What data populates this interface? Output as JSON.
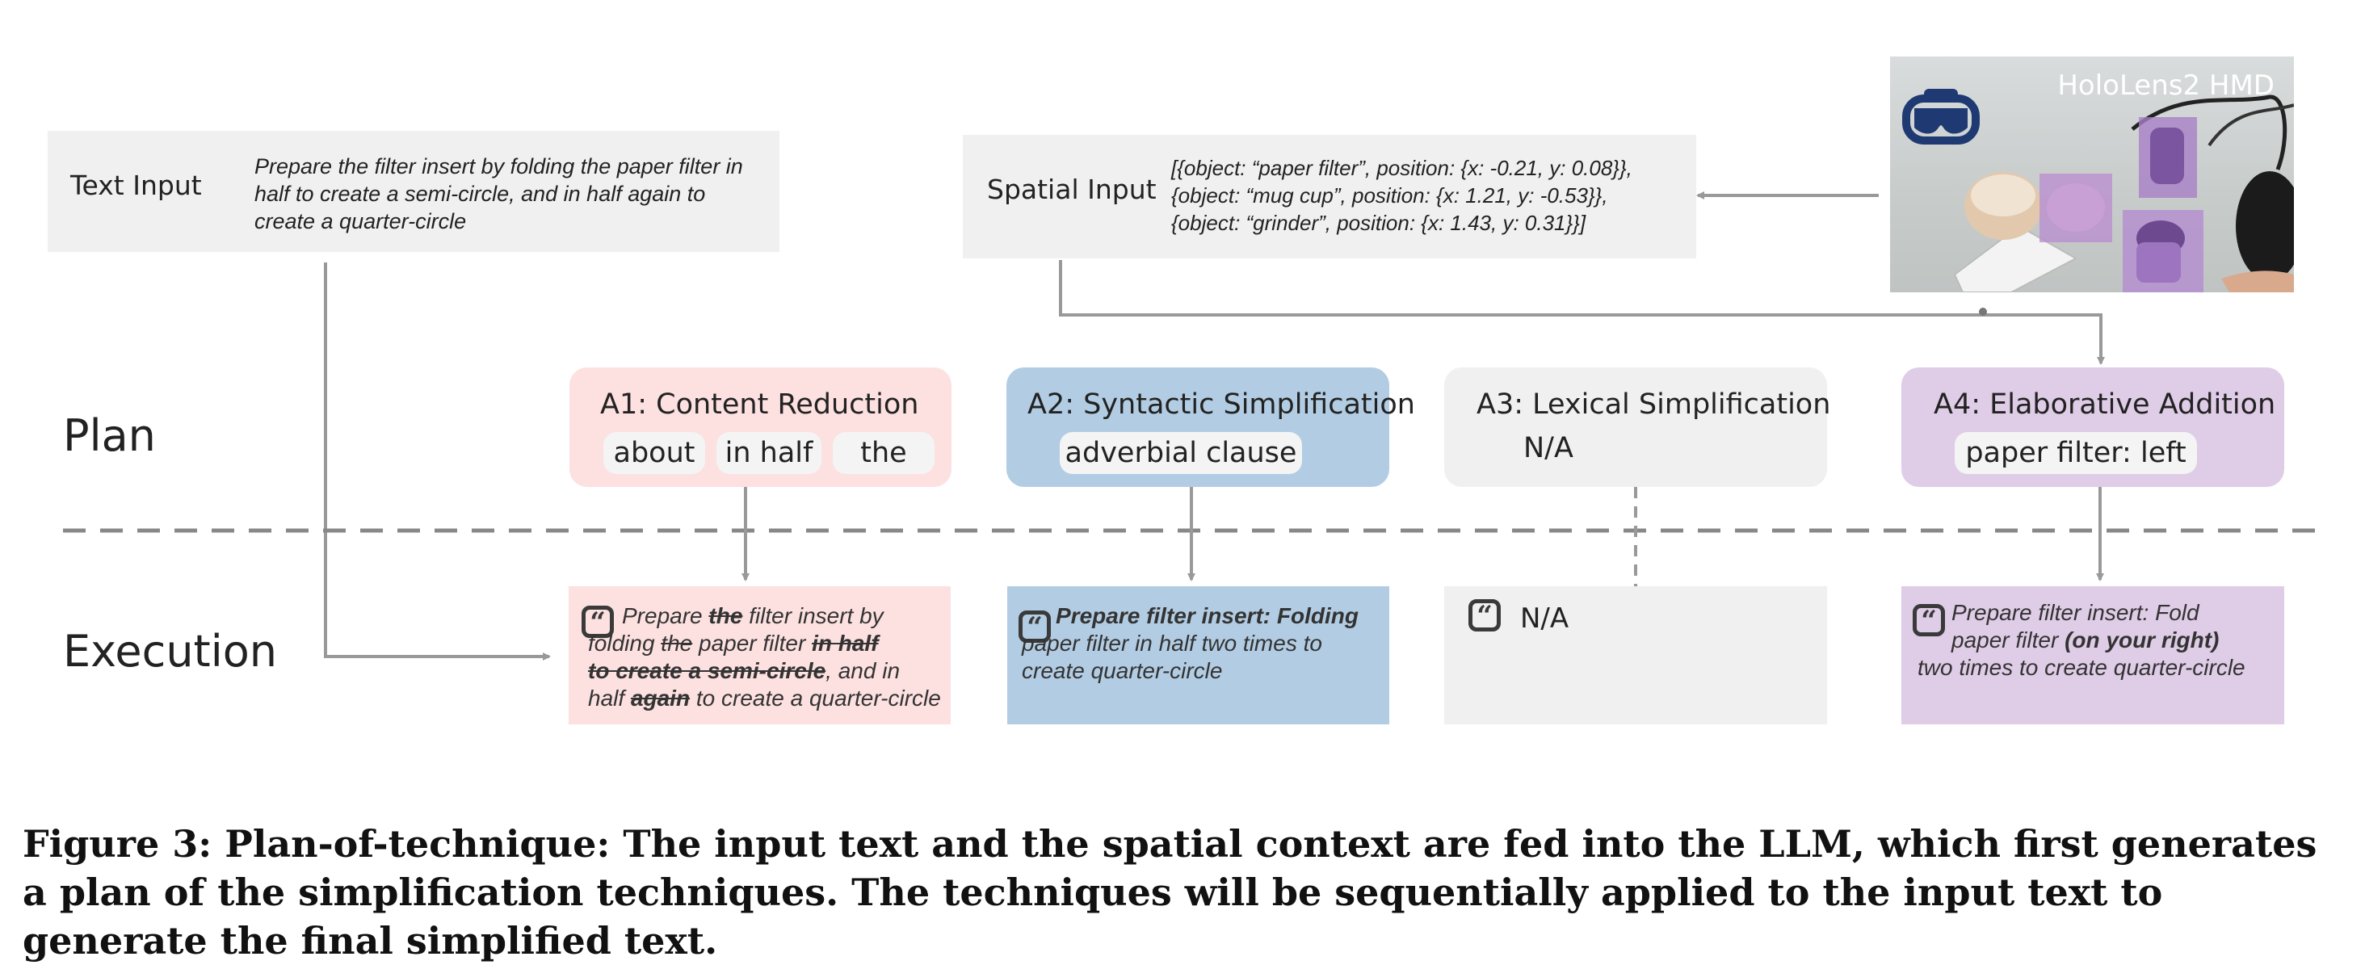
{
  "inputs": {
    "text_input": {
      "label": "Text Input",
      "content": "Prepare the filter insert by folding the paper filter in half to create a semi-circle, and in half again to create a quarter-circle"
    },
    "spatial_input": {
      "label": "Spatial Input",
      "lines": [
        "[{object: “paper filter”, position: {x: -0.21, y: 0.08}},",
        "{object: “mug cup”, position: {x: 1.21, y: -0.53}},",
        "{object: “grinder”, position: {x: 1.43, y: 0.31}}]"
      ]
    },
    "photo": {
      "label": "HoloLens2 HMD",
      "icon": "vr-headset-icon"
    }
  },
  "rows": {
    "plan": "Plan",
    "execution": "Execution"
  },
  "plan": {
    "a1": {
      "title": "A1: Content Reduction",
      "items": [
        "about",
        "in half",
        "the"
      ],
      "color": "#fde0e0"
    },
    "a2": {
      "title": "A2: Syntactic Simplification",
      "items": [
        "adverbial clause"
      ],
      "color": "#b2cde3"
    },
    "a3": {
      "title": "A3: Lexical Simplification",
      "value": "N/A",
      "color": "#f0f0f0"
    },
    "a4": {
      "title": "A4: Elaborative Addition",
      "items": [
        "paper filter: left"
      ],
      "color": "#dfcce6"
    }
  },
  "execution": {
    "e1": {
      "lines": [
        [
          {
            "t": "Prepare "
          },
          {
            "t": "the",
            "s": "strike"
          },
          {
            "t": " filter insert by"
          }
        ],
        [
          {
            "t": "folding "
          },
          {
            "t": "the",
            "s": "strike-light"
          },
          {
            "t": " paper filter "
          },
          {
            "t": "in half",
            "s": "strike"
          }
        ],
        [
          {
            "t": "to create a semi-circle",
            "s": "strike"
          },
          {
            "t": ", and in"
          }
        ],
        [
          {
            "t": "half "
          },
          {
            "t": "again",
            "s": "strike"
          },
          {
            "t": " to create a quarter-circle"
          }
        ]
      ]
    },
    "e2": {
      "lines": [
        [
          {
            "t": "Prepare filter insert: Folding",
            "s": "bold"
          }
        ],
        [
          {
            "t": "paper filter in half two times to"
          }
        ],
        [
          {
            "t": "create quarter-circle"
          }
        ]
      ]
    },
    "e3": {
      "text": "N/A"
    },
    "e4": {
      "lines": [
        [
          {
            "t": "Prepare filter insert: Fold"
          }
        ],
        [
          {
            "t": "paper filter "
          },
          {
            "t": "(on your right)",
            "s": "bold"
          }
        ],
        [
          {
            "t": "two times to create quarter-circle"
          }
        ]
      ]
    },
    "quote_icon": "quote-icon"
  },
  "caption": "Figure 3: Plan-of-technique: The input text and the spatial context are fed into the LLM, which first generates a plan of the simplification techniques. The techniques will be sequentially applied to the input text to generate the final simplified text."
}
